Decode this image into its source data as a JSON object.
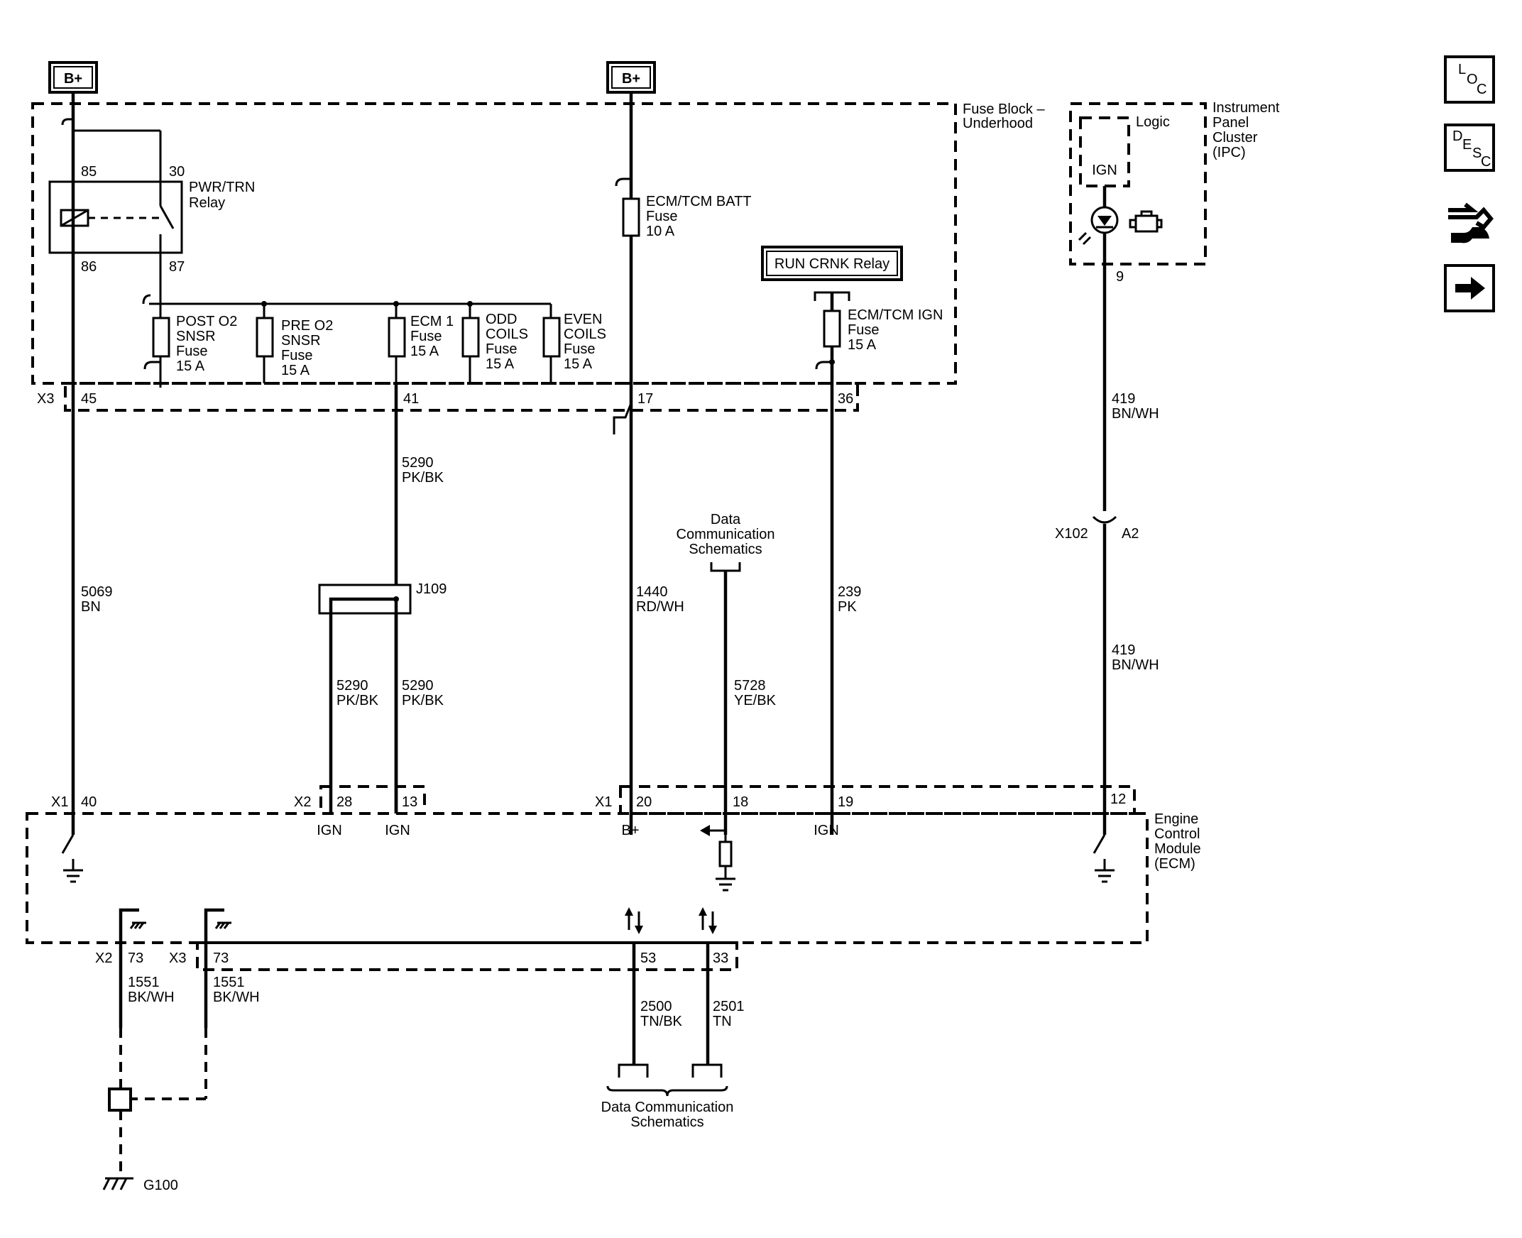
{
  "power": {
    "bplus_1": "B+",
    "bplus_2": "B+"
  },
  "fuse_block": {
    "label_1": "Fuse Block –",
    "label_2": "Underhood"
  },
  "relay": {
    "pin85": "85",
    "pin30": "30",
    "pin86": "86",
    "pin87": "87",
    "name_1": "PWR/TRN",
    "name_2": "Relay"
  },
  "fuses": [
    {
      "l1": "POST O2",
      "l2": "SNSR",
      "l3": "Fuse",
      "l4": "15 A"
    },
    {
      "l1": "PRE O2",
      "l2": "SNSR",
      "l3": "Fuse",
      "l4": "15 A"
    },
    {
      "l1": "ECM 1",
      "l2": "Fuse",
      "l3": "15 A",
      "l4": ""
    },
    {
      "l1": "ODD",
      "l2": "COILS",
      "l3": "Fuse",
      "l4": "15 A"
    },
    {
      "l1": "EVEN",
      "l2": "COILS",
      "l3": "Fuse",
      "l4": "15 A"
    }
  ],
  "batt_fuse": {
    "l1": "ECM/TCM BATT",
    "l2": "Fuse",
    "l3": "10 A"
  },
  "run_crnk": "RUN CRNK Relay",
  "ign_fuse": {
    "l1": "ECM/TCM IGN",
    "l2": "Fuse",
    "l3": "15 A"
  },
  "x3": {
    "conn": "X3",
    "p45": "45",
    "p41": "41",
    "p17": "17",
    "p36": "36"
  },
  "ipc": {
    "logic": "Logic",
    "ign": "IGN",
    "pin9": "9",
    "name_1": "Instrument",
    "name_2": "Panel",
    "name_3": "Cluster",
    "name_4": "(IPC)"
  },
  "wires": {
    "w5069": {
      "num": "5069",
      "color": "BN"
    },
    "w5290a": {
      "num": "5290",
      "color": "PK/BK"
    },
    "w5290b": {
      "num": "5290",
      "color": "PK/BK"
    },
    "w5290c": {
      "num": "5290",
      "color": "PK/BK"
    },
    "w1440": {
      "num": "1440",
      "color": "RD/WH"
    },
    "w5728": {
      "num": "5728",
      "color": "YE/BK"
    },
    "w239": {
      "num": "239",
      "color": "PK"
    },
    "w419a": {
      "num": "419",
      "color": "BN/WH"
    },
    "w419b": {
      "num": "419",
      "color": "BN/WH"
    },
    "w1551a": {
      "num": "1551",
      "color": "BK/WH"
    },
    "w1551b": {
      "num": "1551",
      "color": "BK/WH"
    },
    "w2500": {
      "num": "2500",
      "color": "TN/BK"
    },
    "w2501": {
      "num": "2501",
      "color": "TN"
    }
  },
  "splice": "J109",
  "data_comm_top": {
    "l1": "Data",
    "l2": "Communication",
    "l3": "Schematics"
  },
  "x102": {
    "conn": "X102",
    "pin": "A2"
  },
  "ecm_conn": {
    "x1a": "X1",
    "p40": "40",
    "x2": "X2",
    "p28": "28",
    "p13": "13",
    "x1b": "X1",
    "p20": "20",
    "p18": "18",
    "p19": "19",
    "p12": "12",
    "ign28": "IGN",
    "ign13": "IGN",
    "bplus20": "B+",
    "ign19": "IGN"
  },
  "ecm": {
    "l1": "Engine",
    "l2": "Control",
    "l3": "Module",
    "l4": "(ECM)"
  },
  "ecm_bottom": {
    "x2": "X2",
    "p73a": "73",
    "x3": "X3",
    "p73b": "73",
    "p53": "53",
    "p33": "33"
  },
  "ground": "G100",
  "data_comm_bottom": {
    "l1": "Data Communication",
    "l2": "Schematics"
  },
  "nav": {
    "loc": {
      "l": "L",
      "o": "O",
      "c": "C"
    },
    "desc": {
      "d": "D",
      "e": "E",
      "s": "S",
      "c": "C"
    }
  }
}
